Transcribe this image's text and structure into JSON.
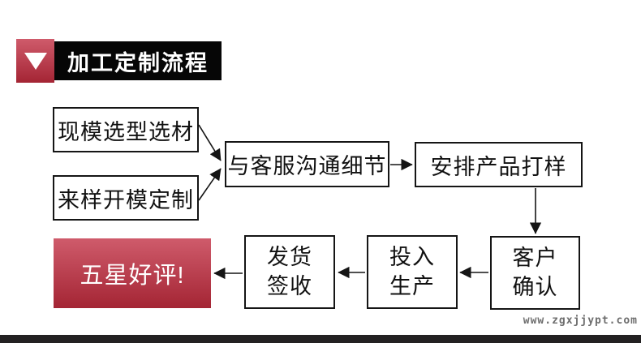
{
  "header": {
    "title": "加工定制流程",
    "marker_icon": "triangle-down-icon"
  },
  "flow": {
    "existing_mold": "现模选型选材",
    "sample_mold": "来样开模定制",
    "contact_service": "与客服沟通细节",
    "arrange_sample": "安排产品打样",
    "customer_confirm": {
      "line1": "客户",
      "line2": "确认"
    },
    "production": {
      "line1": "投入",
      "line2": "生产"
    },
    "delivery": {
      "line1": "发货",
      "line2": "签收"
    },
    "five_star": "五星好评!"
  },
  "watermark": {
    "text": "www.zgxjjypt.com"
  },
  "colors": {
    "accent_red_top": "#cf5b6b",
    "accent_red_bottom": "#a42534",
    "header_bg": "#060606",
    "line": "#151515",
    "watermark_gray": "#6e6e6e",
    "bottom_bar": "#232122"
  }
}
